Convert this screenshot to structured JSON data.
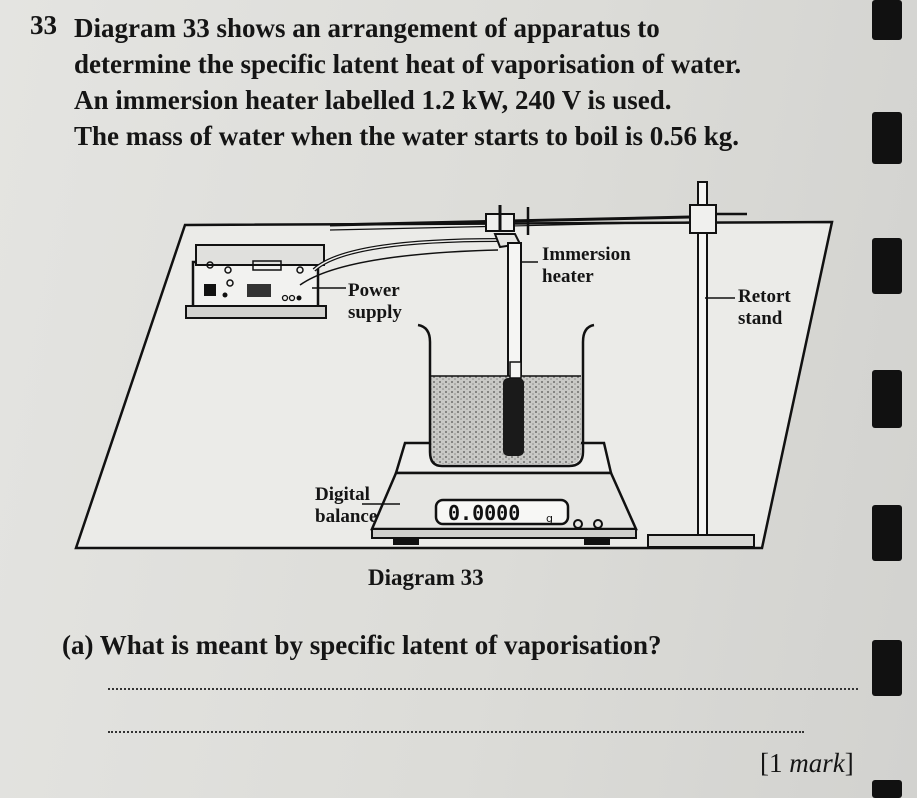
{
  "question": {
    "number": "33",
    "stem_lines": [
      "Diagram 33 shows an arrangement of apparatus to",
      "determine the specific latent heat of vaporisation of water.",
      "An immersion heater labelled 1.2 kW, 240 V is used.",
      "The mass of water when the water starts to boil is 0.56 kg."
    ]
  },
  "diagram": {
    "caption": "Diagram 33",
    "labels": {
      "immersion_heater": [
        "Immersion",
        "heater"
      ],
      "power_supply": [
        "Power",
        "supply"
      ],
      "retort_stand": [
        "Retort",
        "stand"
      ],
      "digital_balance": [
        "Digital",
        "balance"
      ]
    },
    "balance_display": "0.0000",
    "balance_unit": "g"
  },
  "part_a": {
    "label": "(a)",
    "question": "What is meant by specific latent of vaporisation?",
    "marks_open": "[1 ",
    "marks_word": "mark",
    "marks_close": "]"
  }
}
